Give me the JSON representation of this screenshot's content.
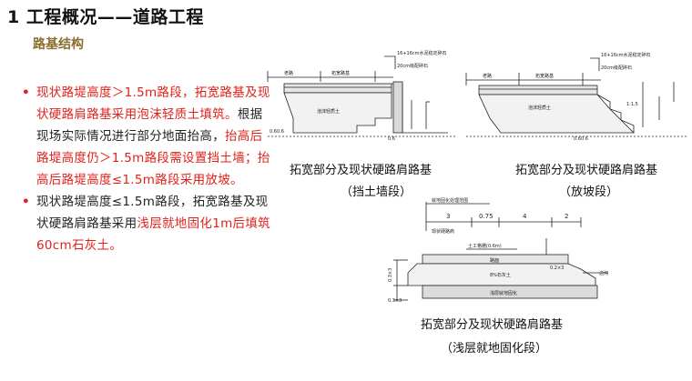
{
  "header": {
    "title": "1 工程概况——道路工程",
    "subtitle": "路基结构"
  },
  "bullets": [
    {
      "parts": [
        {
          "text": "现状路堤高度＞1.5m路段，拓宽路基及现状硬路肩路基采用泡沫轻质土填筑。",
          "color": "red"
        },
        {
          "text": "根据现场实际情况进行部分地面抬高，",
          "color": "dark"
        },
        {
          "text": "抬高后路堤高度仍＞1.5m路段需设置挡土墙；抬高后路堤高度≤1.5m路段采用放坡。",
          "color": "red"
        }
      ]
    },
    {
      "parts": [
        {
          "text": "现状路堤高度≤1.5m路段，拓宽路基及现状硬路肩路基采用",
          "color": "dark"
        },
        {
          "text": "浅层就地固化1m后填筑60cm石灰土。",
          "color": "red"
        }
      ]
    }
  ],
  "figures": {
    "fig1": {
      "caption1": "拓宽部分及现状硬路肩路基",
      "caption2": "（挡土墙段）",
      "labels": {
        "lane": "老路",
        "shoulder": "拓宽路基",
        "layer1": "16+16cm水泥稳定碎石",
        "layer2": "20cm级配碎石",
        "fill": "泡沫轻质土",
        "dim1": "0.60.6",
        "dim2": "0.6"
      }
    },
    "fig2": {
      "caption1": "拓宽部分及现状硬路肩路基",
      "caption2": "（放坡段）",
      "labels": {
        "lane": "老路",
        "shoulder": "拓宽路基",
        "layer1": "16+16cm水泥稳定碎石",
        "layer2": "20cm级配碎石",
        "fill": "泡沫轻质土",
        "dim1": "0.60.6",
        "dim2": "1:1.5"
      }
    },
    "fig3": {
      "caption1": "拓宽部分及现状硬路肩路基",
      "caption2": "（浅层就地固化段）",
      "labels": {
        "top": "就地固化处理范围",
        "d1": "3",
        "d2": "0.75",
        "d3": "4",
        "d4": "2",
        "shoulder": "现状硬路肩",
        "layer": "土工格栅(0.6m)",
        "pavement": "路面",
        "lime": "8%石灰土",
        "base": "浅层就地固化",
        "side": "边沟",
        "v1": "0.2×3",
        "v2": "0.3×3",
        "v3": "0.3×3"
      }
    }
  },
  "colors": {
    "accent_red": "#e0211a",
    "subtitle": "#8a6d2f"
  }
}
